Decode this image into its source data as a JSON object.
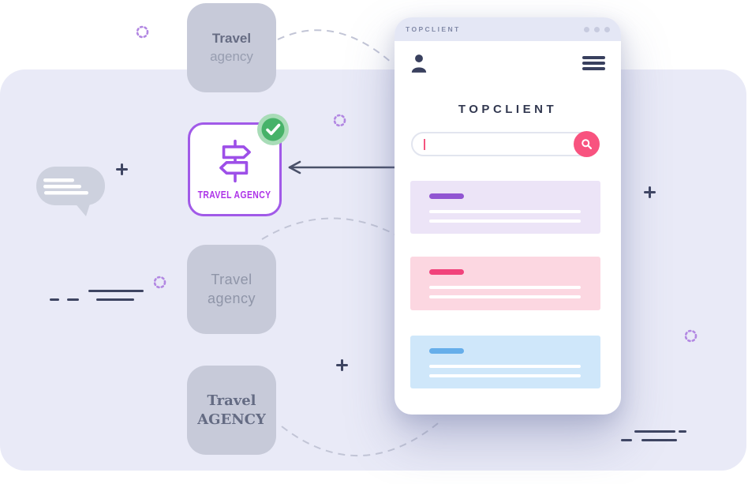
{
  "left_column": {
    "box_top": {
      "line1": "Travel",
      "line2": "agency"
    },
    "box_selected": {
      "label": "TRAVEL AGENCY",
      "icon": "signpost-icon",
      "badge_icon": "check-icon"
    },
    "box_middle": {
      "line1": "Travel",
      "line2": "agency"
    },
    "box_bottom": {
      "line1": "Travel",
      "line2": "AGENCY"
    }
  },
  "phone": {
    "titlebar": {
      "title": "TOPCLIENT",
      "window_dots": 3
    },
    "heading": "TOPCLIENT",
    "search": {
      "value": "",
      "placeholder": ""
    },
    "cards": [
      {
        "name": "purple-card",
        "bg": "#ece4f7",
        "accent": "#9155d2",
        "placeholder_lines": 2
      },
      {
        "name": "pink-card",
        "bg": "#fcd7e1",
        "accent": "#f1437b",
        "placeholder_lines": 2
      },
      {
        "name": "blue-card",
        "bg": "#cfe7fa",
        "accent": "#66aeea",
        "placeholder_lines": 2
      }
    ]
  },
  "colors": {
    "panel_bg": "#e9eaf7",
    "box_gray": "#c7cad9",
    "ink_dark": "#3e4562",
    "purple_border": "#a15ae8",
    "purple_label": "#ad33e8",
    "badge_green": "#47b269",
    "badge_halo": "#a8dcb7",
    "search_pink": "#f8537f",
    "connector_gray": "#c2c5d6",
    "dotted_circle_purple": "#b287e2"
  }
}
